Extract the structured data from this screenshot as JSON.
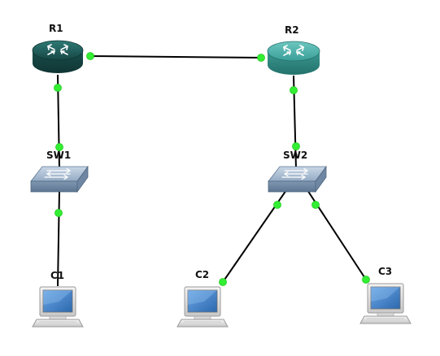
{
  "nodes": {
    "r1": {
      "label": "R1",
      "kind": "router"
    },
    "r2": {
      "label": "R2",
      "kind": "router"
    },
    "sw1": {
      "label": "SW1",
      "kind": "switch"
    },
    "sw2": {
      "label": "SW2",
      "kind": "switch"
    },
    "c1": {
      "label": "C1",
      "kind": "computer"
    },
    "c2": {
      "label": "C2",
      "kind": "computer"
    },
    "c3": {
      "label": "C3",
      "kind": "computer"
    }
  },
  "links": [
    {
      "from": "R1",
      "to": "R2"
    },
    {
      "from": "R1",
      "to": "SW1"
    },
    {
      "from": "SW1",
      "to": "C1"
    },
    {
      "from": "R2",
      "to": "SW2"
    },
    {
      "from": "SW2",
      "to": "C2"
    },
    {
      "from": "SW2",
      "to": "C3"
    }
  ],
  "colors": {
    "link": "#000000",
    "port_up": "#33ee33",
    "r1_body": "#1e5a58",
    "r2_body": "#3aa09a",
    "switch_body": "#8fa6bf",
    "screen": "#3f7fc6"
  },
  "icons": {
    "router": "router-icon",
    "switch": "switch-icon",
    "computer": "computer-icon"
  }
}
